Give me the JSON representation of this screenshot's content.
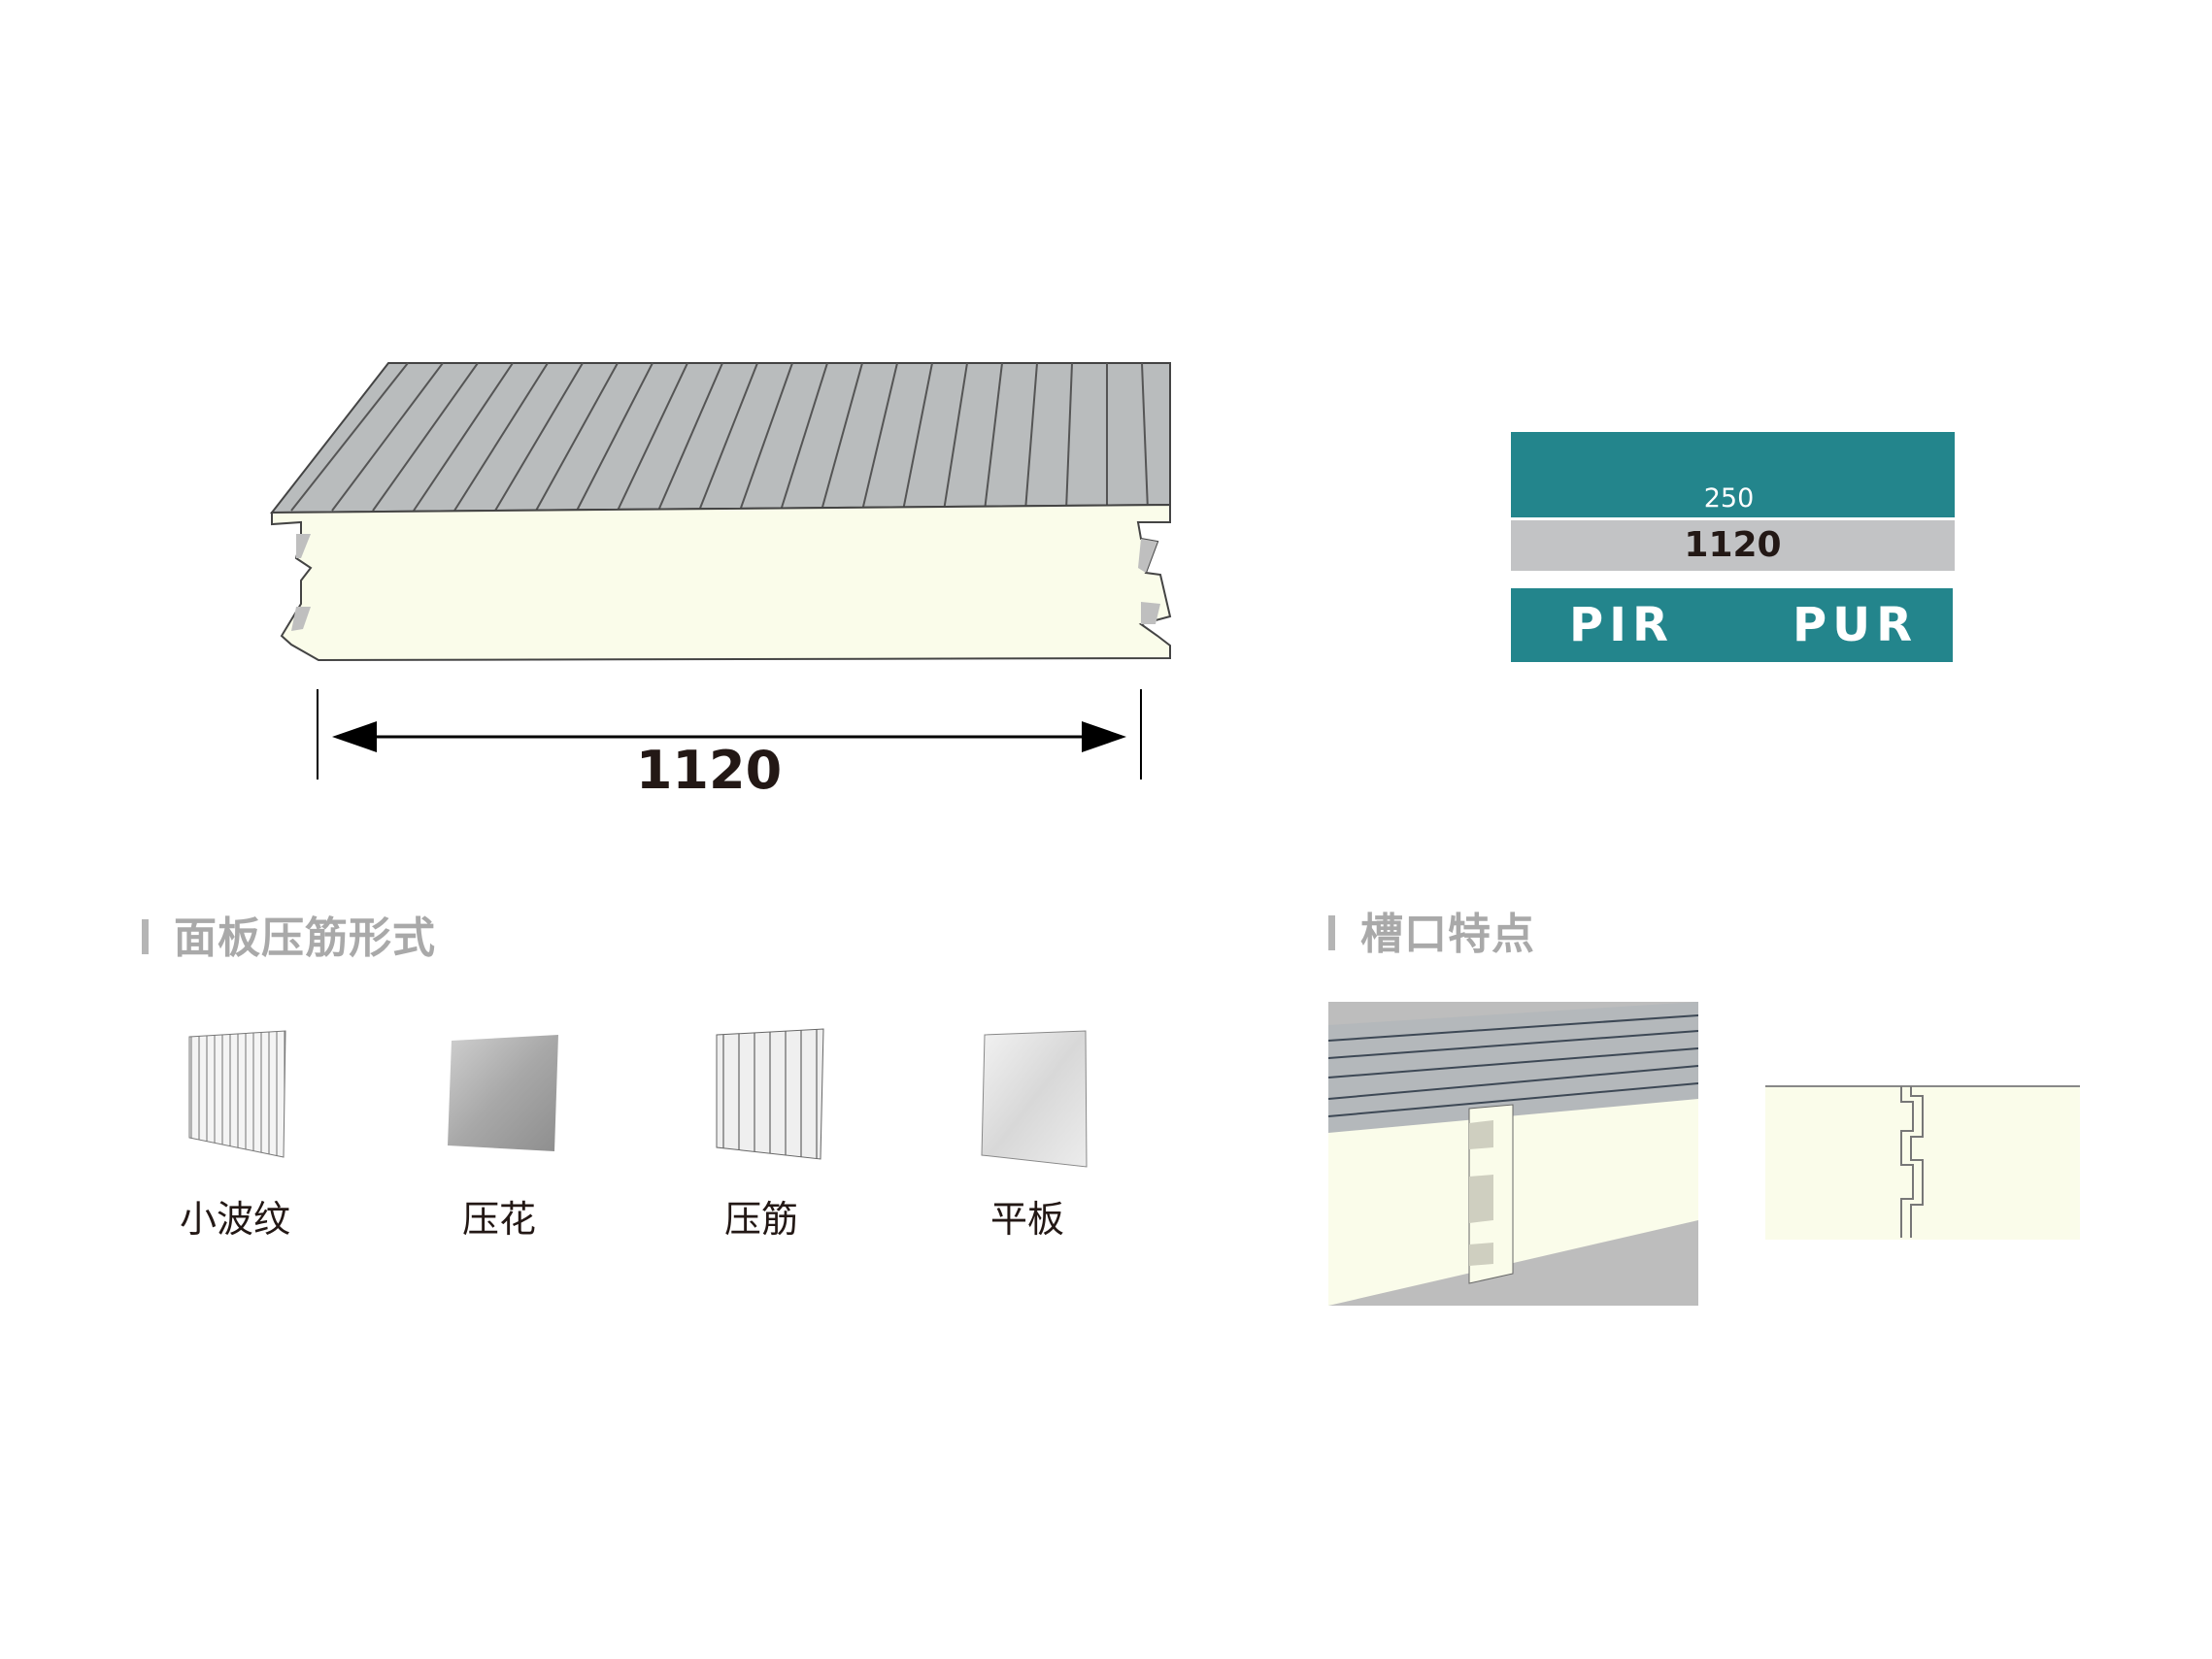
{
  "panel": {
    "width_label": "1120"
  },
  "spec_box": {
    "thickness": "250",
    "width": "1120",
    "cores": [
      "PIR",
      "PUR"
    ]
  },
  "surface_section": {
    "title": "面板压筋形式",
    "items": [
      {
        "label": "小波纹",
        "icon": "small-corrugation-icon"
      },
      {
        "label": "压花",
        "icon": "embossed-icon"
      },
      {
        "label": "压筋",
        "icon": "ribbed-icon"
      },
      {
        "label": "平板",
        "icon": "flat-icon"
      }
    ]
  },
  "joint_section": {
    "title": "槽口特点"
  },
  "colors": {
    "teal": "#23858c",
    "grey": "#c2c3c5",
    "core": "#fafcea",
    "steel": "#b9bcbd"
  }
}
